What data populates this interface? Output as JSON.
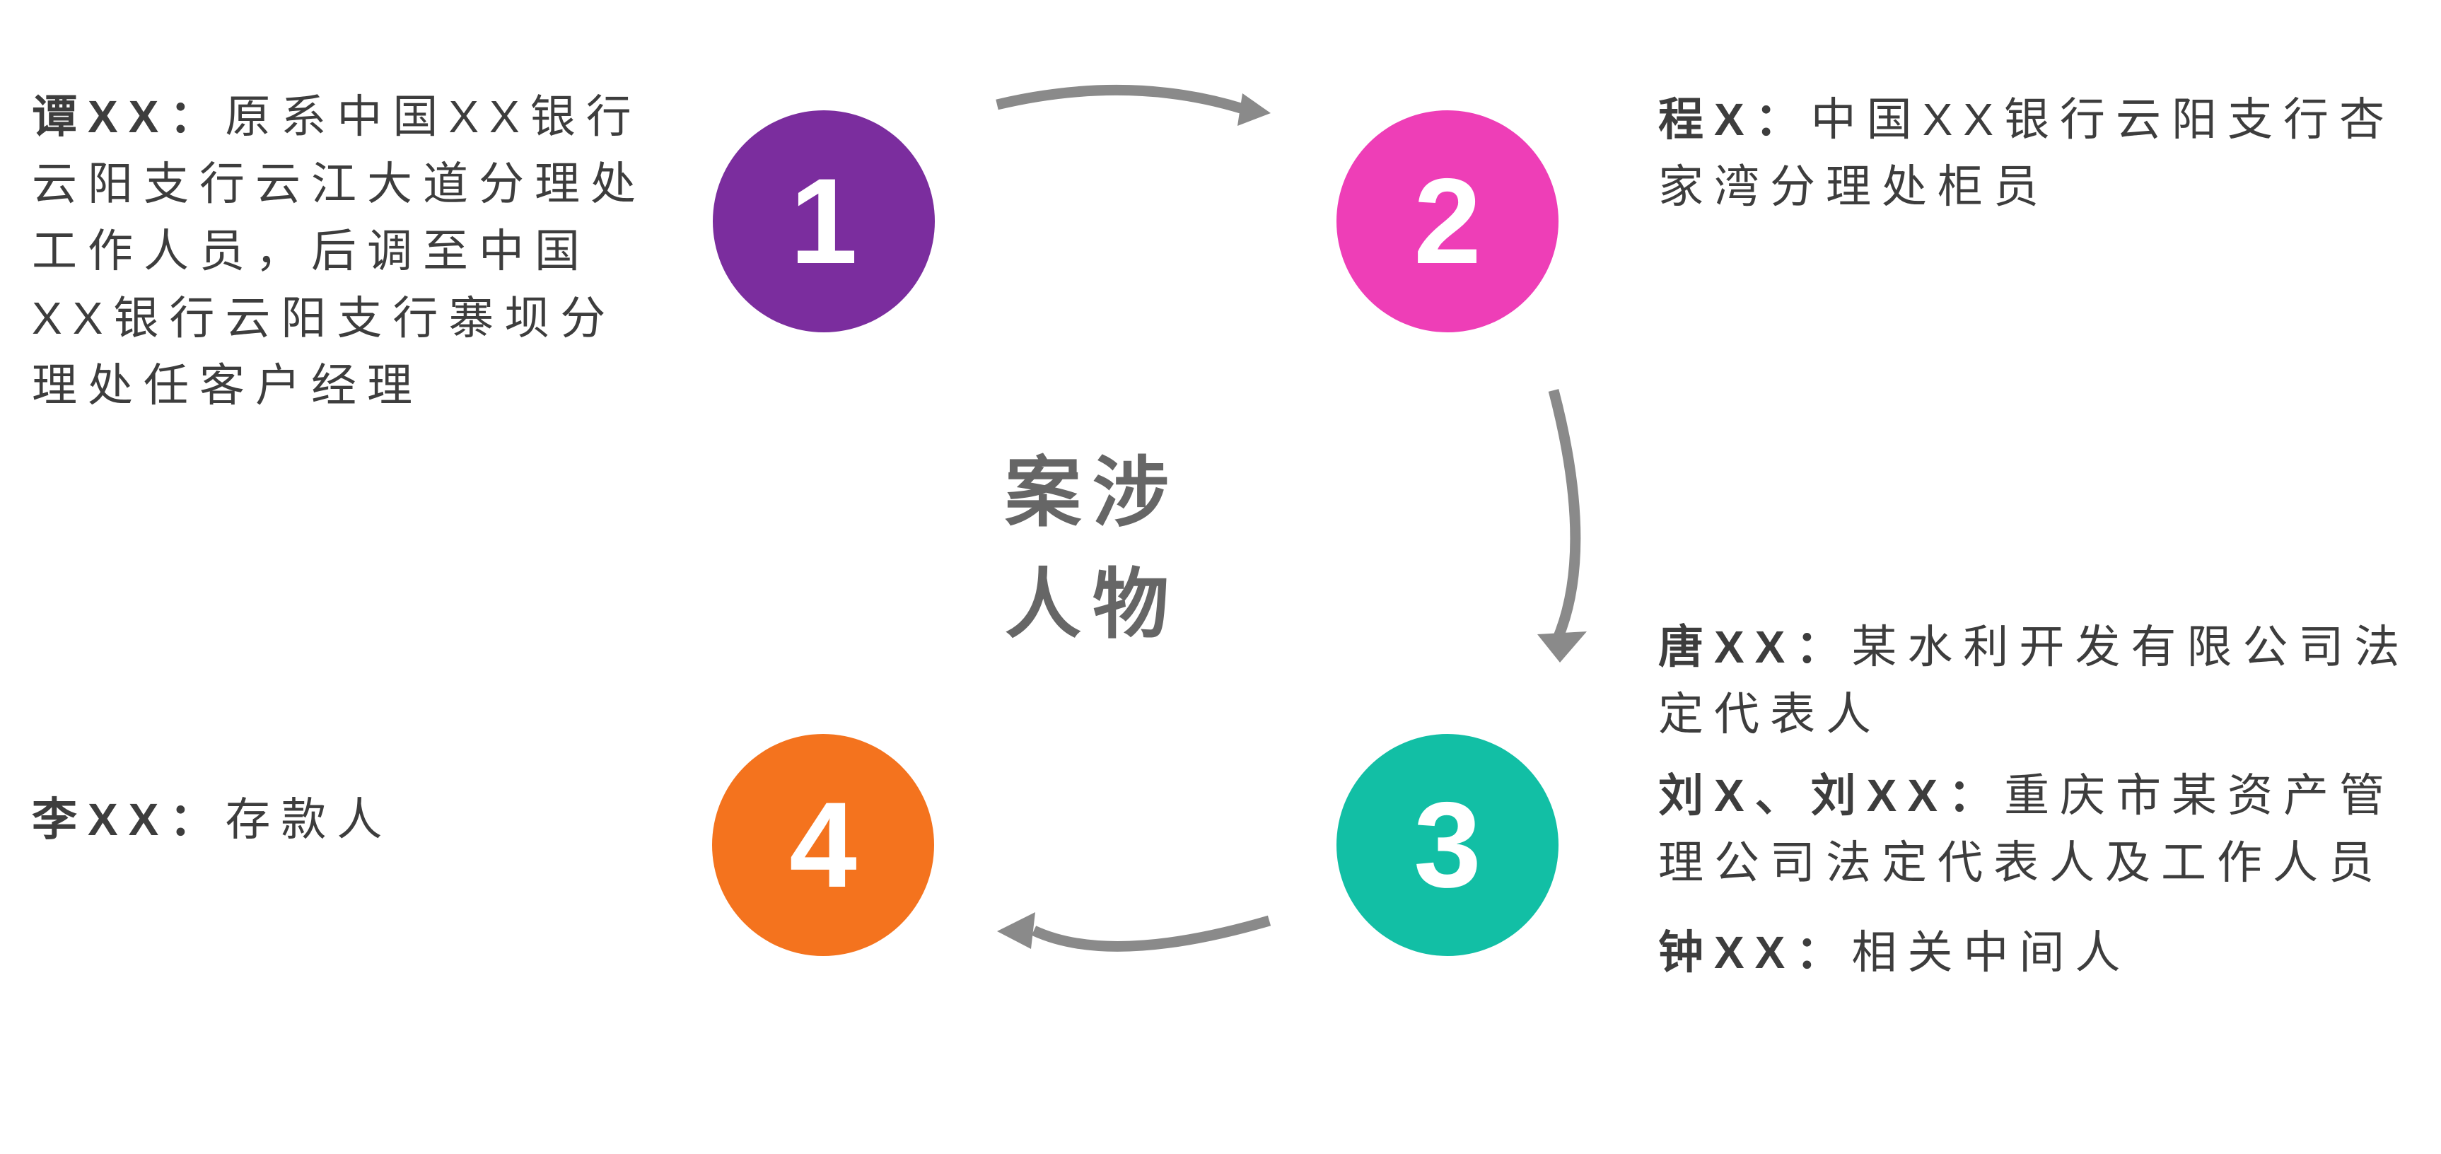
{
  "title": {
    "lines": [
      "案涉",
      "人物"
    ],
    "color": "#666666"
  },
  "nodes": [
    {
      "number": "1",
      "color": "#7B2D9E"
    },
    {
      "number": "2",
      "color": "#EE3EB7"
    },
    {
      "number": "3",
      "color": "#12BFA5"
    },
    {
      "number": "4",
      "color": "#F4731E"
    }
  ],
  "labels": {
    "tan": {
      "name": "谭XX：",
      "desc": "原系中国XX银行云阳支行云江大道分理处工作人员，后调至中国XX银行云阳支行寨坝分理处任客户经理"
    },
    "cheng": {
      "name": "程X：",
      "desc": "中国XX银行云阳支行杏家湾分理处柜员"
    },
    "tang": {
      "name": "唐XX：",
      "desc": "某水利开发有限公司法定代表人"
    },
    "liu": {
      "name": "刘X、刘XX：",
      "desc": "重庆市某资产管理公司法定代表人及工作人员"
    },
    "zhong": {
      "name": "钟XX：",
      "desc": "相关中间人"
    },
    "li": {
      "name": "李XX：",
      "desc": "存款人"
    }
  },
  "arrows": {
    "color": "#8A8A8A"
  },
  "text_color": "#3D3D3D"
}
